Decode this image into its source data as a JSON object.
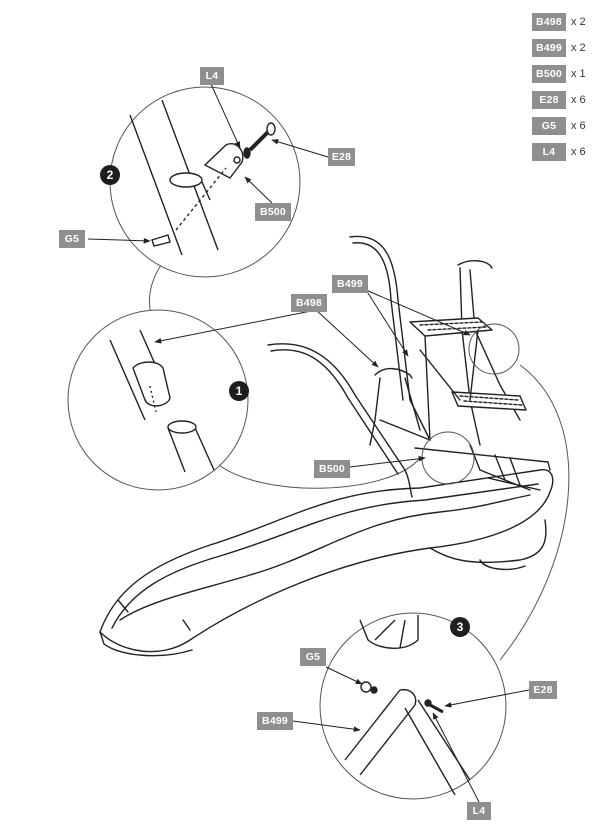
{
  "parts_list": [
    {
      "code": "B498",
      "qty": "x 2"
    },
    {
      "code": "B499",
      "qty": "x 2"
    },
    {
      "code": "B500",
      "qty": "x 1"
    },
    {
      "code": "E28",
      "qty": "x 6"
    },
    {
      "code": "G5",
      "qty": "x 6"
    },
    {
      "code": "L4",
      "qty": "x 6"
    }
  ],
  "steps": [
    "1",
    "2",
    "3"
  ],
  "callouts": {
    "detail2_l4": "L4",
    "detail2_e28": "E28",
    "detail2_b500": "B500",
    "detail2_g5": "G5",
    "main_b498": "B498",
    "main_b499": "B499",
    "main_b500": "B500",
    "detail3_g5": "G5",
    "detail3_e28": "E28",
    "detail3_b499": "B499",
    "detail3_l4": "L4"
  }
}
